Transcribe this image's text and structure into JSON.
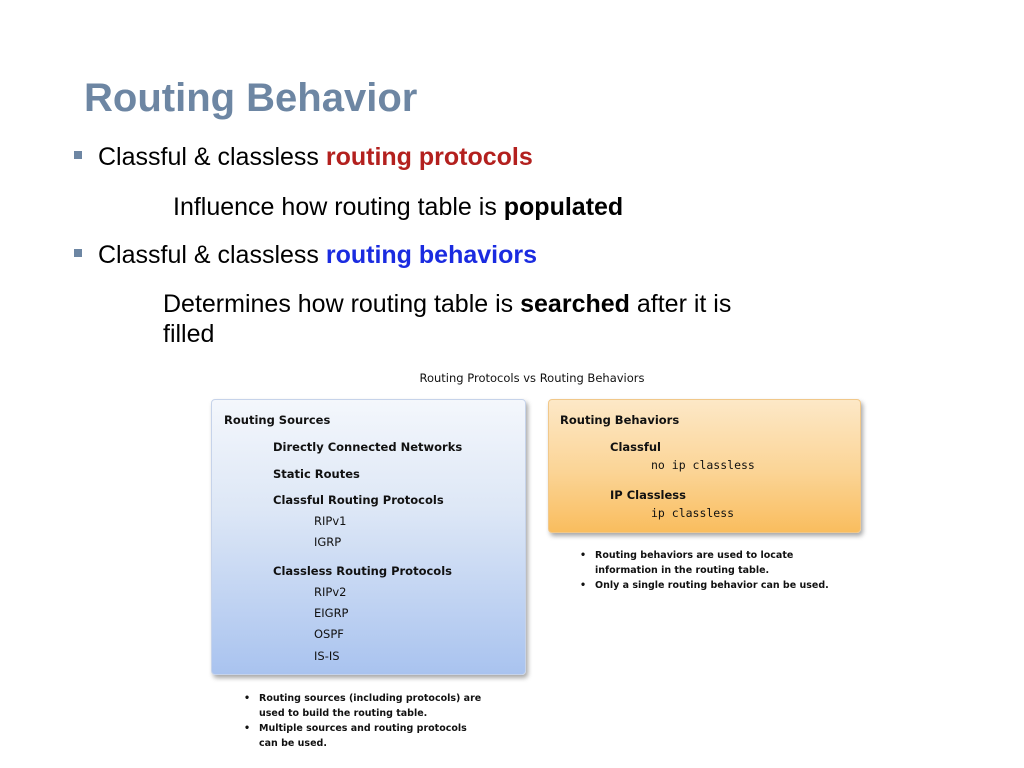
{
  "title": "Routing Behavior",
  "bullets": [
    {
      "text": "Classful & classless ",
      "emphasis": "routing protocols",
      "sub_text": "Influence how routing table is ",
      "sub_bold": "populated"
    },
    {
      "text": "Classful & classless ",
      "emphasis": "routing behaviors",
      "sub_text": "Determines how routing table is ",
      "sub_bold": "searched",
      "sub_tail": " after it is",
      "sub_line2": "filled"
    }
  ],
  "figure": {
    "title": "Routing Protocols vs Routing Behaviors",
    "sources_box": {
      "heading": "Routing Sources",
      "connected": "Directly Connected Networks",
      "static": "Static Routes",
      "classful_heading": "Classful Routing Protocols",
      "classful_items": [
        "RIPv1",
        "IGRP"
      ],
      "classless_heading": "Classless Routing Protocols",
      "classless_items": [
        "RIPv2",
        "EIGRP",
        "OSPF",
        "IS-IS"
      ]
    },
    "behaviors_box": {
      "heading": "Routing Behaviors",
      "classful_label": "Classful",
      "classful_cmd": "no ip classless",
      "classless_label": "IP Classless",
      "classless_cmd": "ip classless"
    },
    "sources_notes": [
      "Routing sources (including protocols) are",
      "used to build the routing table.",
      "Multiple sources and routing protocols",
      "can be used."
    ],
    "behaviors_notes": [
      "Routing behaviors are used to locate",
      "information in the routing table.",
      "Only a single routing behavior can be used."
    ]
  },
  "colors": {
    "title": "#6d86a3",
    "emphasis_red": "#b3201e",
    "emphasis_blue": "#1a2be0",
    "sources_box": "#a9c3ef",
    "behaviors_box": "#f9bd5e"
  }
}
